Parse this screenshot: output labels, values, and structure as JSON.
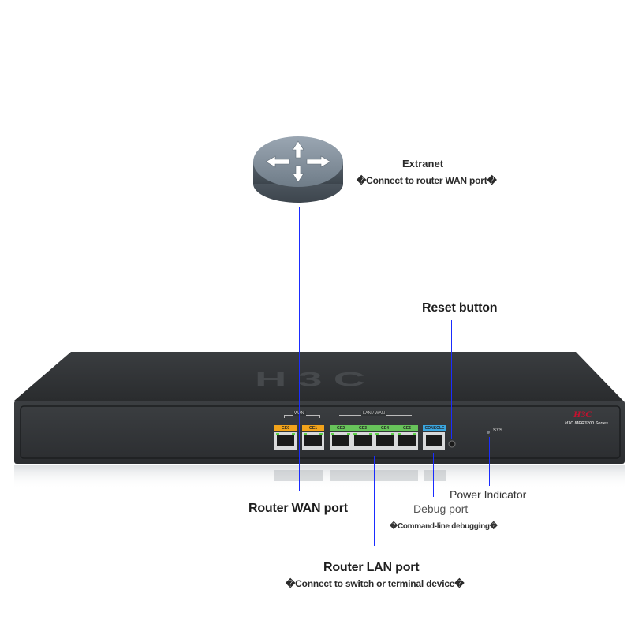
{
  "labels": {
    "extranet_title": "Extranet",
    "extranet_sub": "�Connect to router WAN port�",
    "reset_button": "Reset button",
    "router_wan_port": "Router WAN port",
    "debug_port": "Debug port",
    "debug_sub": "�Command-line debugging�",
    "power_indicator": "Power Indicator",
    "router_lan_port": "Router LAN port",
    "lan_sub": "�Connect to switch or terminal device�"
  },
  "device": {
    "top_logo": "H3C",
    "brand": "H3C",
    "series": "H3C MER3200 Series",
    "wan_group": "WAN",
    "lan_group": "LAN / WAN",
    "ports": [
      "GE0",
      "GE1",
      "GE2",
      "GE3",
      "GE4",
      "GE5"
    ],
    "console": "CONSOLE",
    "sys": "SYS"
  },
  "colors": {
    "wan_tag": "#f2a31a",
    "lan_tag": "#67c35a",
    "console_tag": "#3aa6e0",
    "line": "#1a2cff",
    "brand": "#c8102e"
  },
  "icons": {
    "router": "router-arrows-icon"
  }
}
